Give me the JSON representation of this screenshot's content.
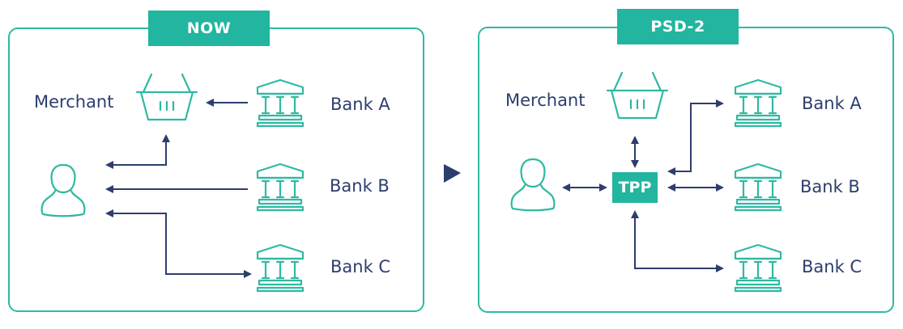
{
  "panels": {
    "now": {
      "title": "NOW",
      "merchant_label": "Merchant",
      "banks": [
        "Bank A",
        "Bank B",
        "Bank C"
      ]
    },
    "psd2": {
      "title": "PSD-2",
      "merchant_label": "Merchant",
      "hub_label": "TPP",
      "banks": [
        "Bank A",
        "Bank B",
        "Bank C"
      ]
    }
  },
  "colors": {
    "accent": "#22b59f",
    "outline": "#2fb9a2",
    "text": "#2d3e6d"
  },
  "icons": {
    "merchant": "shopping-basket-icon",
    "user": "user-icon",
    "bank": "bank-icon",
    "transition": "play-triangle-icon"
  }
}
